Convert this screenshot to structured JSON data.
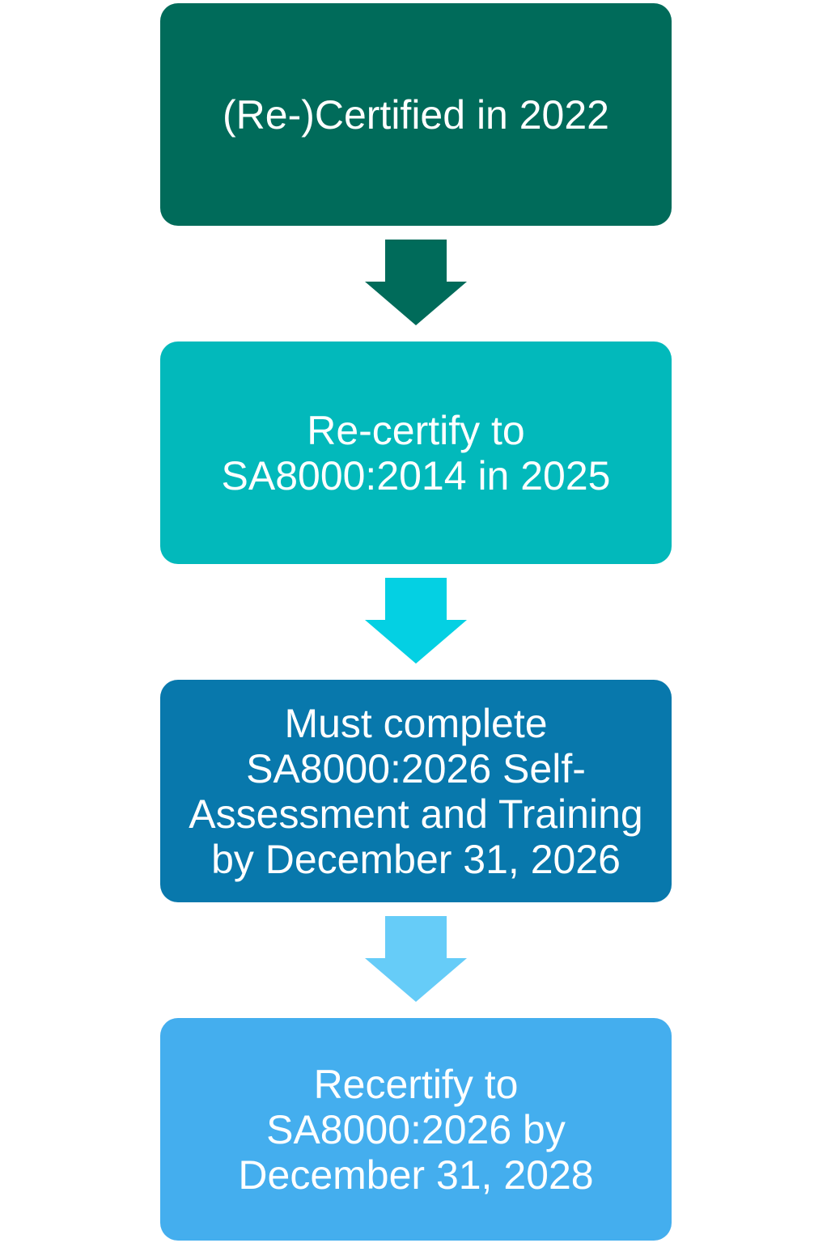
{
  "steps": [
    {
      "label": "(Re-)Certified in 2022",
      "color": "#006B5A"
    },
    {
      "label": "Re-certify to\nSA8000:2014 in 2025",
      "color": "#02B9BB"
    },
    {
      "label": "Must complete\nSA8000:2026 Self-\nAssessment and Training\nby December 31, 2026",
      "color": "#0878AC"
    },
    {
      "label": "Recertify to\nSA8000:2026 by\nDecember 31, 2028",
      "color": "#44AEEE"
    }
  ],
  "arrows": [
    {
      "color": "#006B5A"
    },
    {
      "color": "#04D0E3"
    },
    {
      "color": "#66CCF8"
    }
  ]
}
